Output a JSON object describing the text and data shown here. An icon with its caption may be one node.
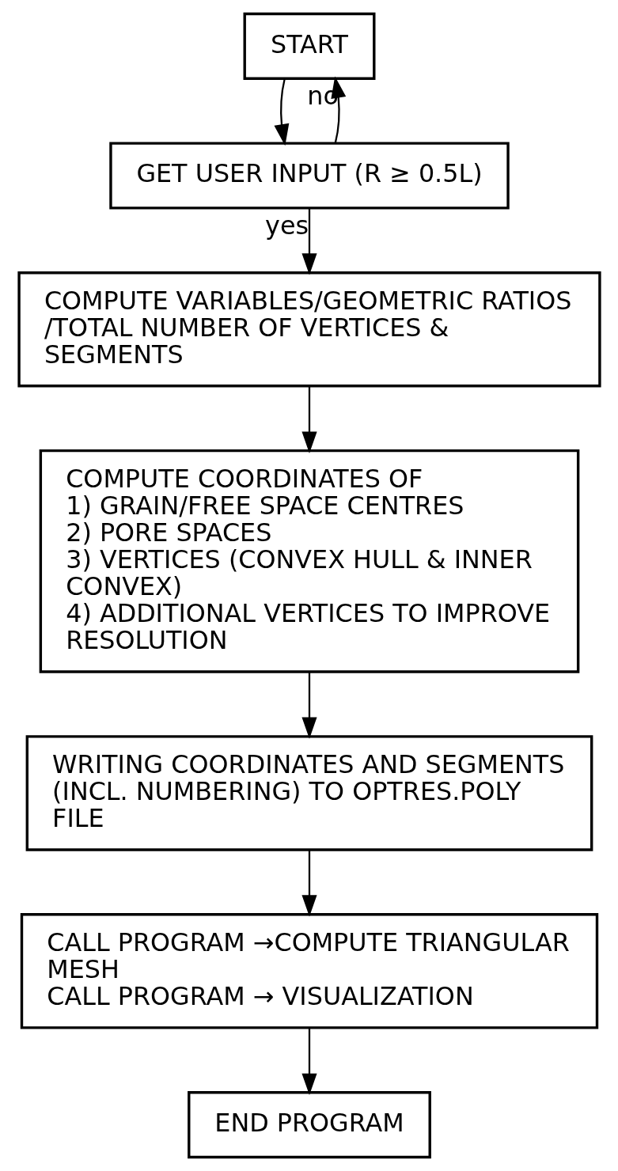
{
  "diagram": {
    "nodes": [
      {
        "text": [
          "START"
        ]
      },
      {
        "text": [
          "GET USER INPUT (R ≥ 0.5L)"
        ]
      },
      {
        "text": [
          "COMPUTE VARIABLES/GEOMETRIC RATIOS /TOTAL NUMBER OF VERTICES & SEGMENTS"
        ]
      },
      {
        "text": [
          "COMPUTE COORDINATES OF",
          "1) GRAIN/FREE SPACE CENTRES",
          "2) PORE SPACES",
          "3) VERTICES (CONVEX HULL & INNER CONVEX)",
          "4) ADDITIONAL VERTICES TO IMPROVE RESOLUTION"
        ]
      },
      {
        "text": [
          "WRITING COORDINATES AND SEGMENTS (INCL. NUMBERING) TO OPTRES.POLY FILE"
        ]
      },
      {
        "text": [
          "CALL PROGRAM →COMPUTE TRIANGULAR MESH",
          "CALL PROGRAM → VISUALIZATION"
        ]
      },
      {
        "text": [
          "END PROGRAM"
        ]
      }
    ],
    "edges": [
      {
        "from": 0,
        "to": 1,
        "arrow": "to"
      },
      {
        "from": 1,
        "to": 0,
        "arrow": "to",
        "label": "no"
      },
      {
        "from": 1,
        "to": 2,
        "arrow": "to",
        "label": "yes"
      },
      {
        "from": 2,
        "to": 3,
        "arrow": "to"
      },
      {
        "from": 3,
        "to": 4,
        "arrow": "to"
      },
      {
        "from": 4,
        "to": 5,
        "arrow": "to"
      },
      {
        "from": 5,
        "to": 6,
        "arrow": "to"
      }
    ]
  }
}
